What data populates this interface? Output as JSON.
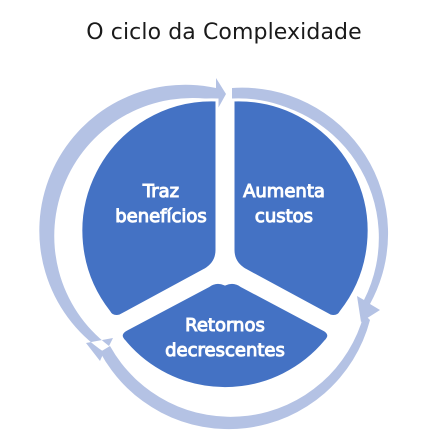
{
  "title": "O ciclo da Complexidade",
  "segments": [
    {
      "id": "traz",
      "lines": [
        "Traz",
        "benefícios"
      ]
    },
    {
      "id": "aumenta",
      "lines": [
        "Aumenta",
        "custos"
      ]
    },
    {
      "id": "retornos",
      "lines": [
        "Retornos",
        "decrescentes"
      ]
    }
  ],
  "colors": {
    "segment_fill": "#4472c4",
    "segment_stroke": "#ffffff",
    "arrow": "#b4c2e4",
    "title": "#1a1a1a",
    "label": "#ffffff"
  }
}
